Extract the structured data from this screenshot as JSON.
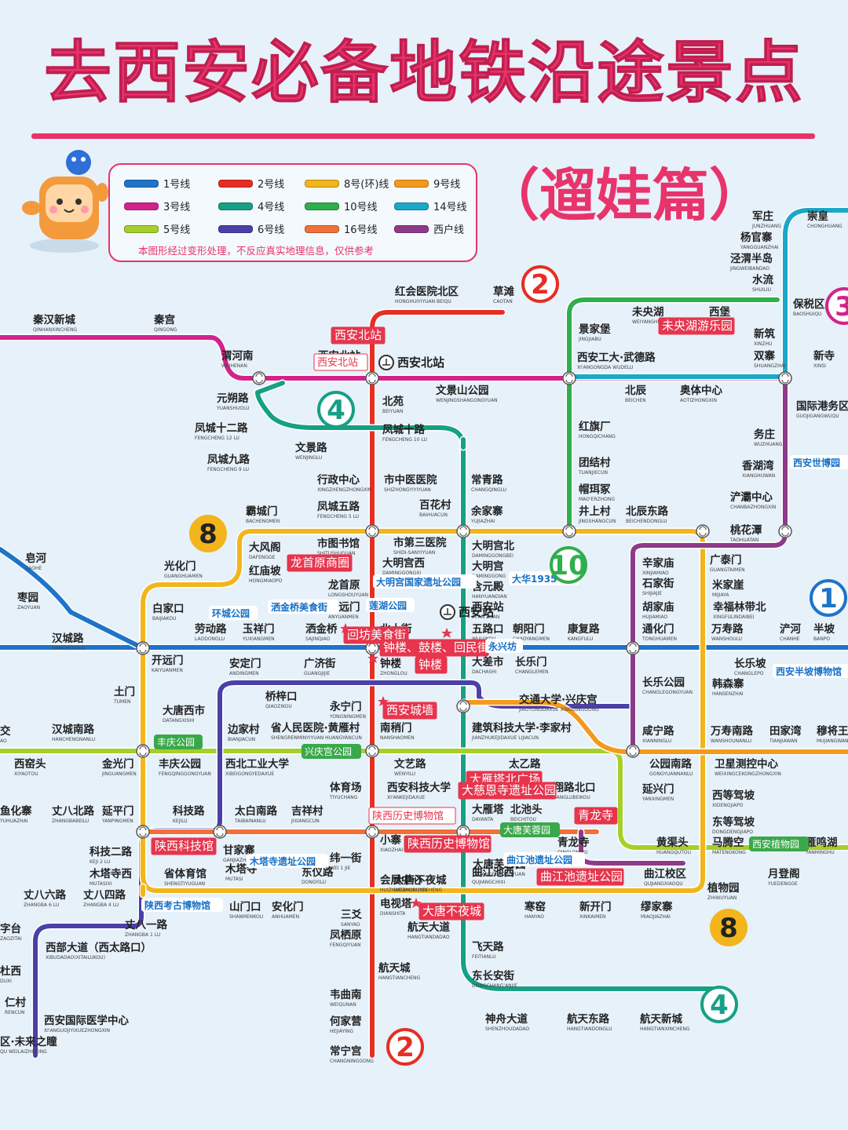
{
  "header": {
    "title": "去西安必备地铁沿途景点",
    "subtitle": "（遛娃篇）"
  },
  "legend": {
    "items": [
      {
        "label": "1号线",
        "color": "#1e74c8"
      },
      {
        "label": "2号线",
        "color": "#e62e23"
      },
      {
        "label": "8号(环)线",
        "color": "#f2b51c"
      },
      {
        "label": "9号线",
        "color": "#f39a1e"
      },
      {
        "label": "3号线",
        "color": "#d2238c"
      },
      {
        "label": "4号线",
        "color": "#16a085"
      },
      {
        "label": "10号线",
        "color": "#2fae4d"
      },
      {
        "label": "14号线",
        "color": "#1ba7c7"
      },
      {
        "label": "5号线",
        "color": "#a6cf2a"
      },
      {
        "label": "6号线",
        "color": "#4b3fa8"
      },
      {
        "label": "16号线",
        "color": "#f36f3a"
      },
      {
        "label": "西户线",
        "color": "#8e3a8a"
      }
    ],
    "note": "本图形经过变形处理，不反应真实地理信息，仅供参考"
  },
  "lines": {
    "line1": {
      "color": "#1e74c8"
    },
    "line2": {
      "color": "#e62e23"
    },
    "line3": {
      "color": "#d2238c"
    },
    "line4": {
      "color": "#16a085"
    },
    "line5": {
      "color": "#a6cf2a"
    },
    "line6": {
      "color": "#4b3fa8"
    },
    "line8": {
      "color": "#f2b51c"
    },
    "line9": {
      "color": "#f39a1e"
    },
    "line10": {
      "color": "#2fae4d"
    },
    "line14": {
      "color": "#1ba7c7"
    },
    "line16": {
      "color": "#f36f3a"
    },
    "xihu": {
      "color": "#8e3a8a"
    }
  },
  "badges": [
    {
      "text": "2",
      "color": "#e62e23"
    },
    {
      "text": "4",
      "color": "#16a085"
    },
    {
      "text": "8",
      "color": "#f2b51c"
    },
    {
      "text": "10",
      "color": "#2fae4d"
    },
    {
      "text": "1",
      "color": "#1e74c8"
    },
    {
      "text": "3",
      "color": "#d2238c"
    },
    {
      "text": "8",
      "color": "#f2b51c"
    },
    {
      "text": "4",
      "color": "#16a085"
    },
    {
      "text": "2",
      "color": "#e62e23"
    }
  ],
  "stations": [
    {
      "name": "红会医院北区",
      "pinyin": "HONGHUIYIYUAN BEIQU"
    },
    {
      "name": "草滩",
      "pinyin": "CAOTAN"
    },
    {
      "name": "西安北站",
      "pinyin": "XI'AN BEIZHAN"
    },
    {
      "name": "北苑",
      "pinyin": "BEIYUAN"
    },
    {
      "name": "凤城十路",
      "pinyin": "FENGCHENG 10 LU"
    },
    {
      "name": "市中医医院",
      "pinyin": "SHIZHONGYIYIYUAN"
    },
    {
      "name": "凤城五路",
      "pinyin": "FENGCHENG 5 LU"
    },
    {
      "name": "市图书馆",
      "pinyin": "SHITUSHUGUAN"
    },
    {
      "name": "大明宫西",
      "pinyin": "DAMINGGONGXI"
    },
    {
      "name": "龙首原",
      "pinyin": "LONGSHOUYUAN"
    },
    {
      "name": "安远门",
      "pinyin": "ANYUANMEN"
    },
    {
      "name": "北大街",
      "pinyin": "BEIDAJIE"
    },
    {
      "name": "钟楼",
      "pinyin": "ZHONGLOU"
    },
    {
      "name": "永宁门",
      "pinyin": "YONGNINGMEN"
    },
    {
      "name": "南稍门",
      "pinyin": "NANSHAOMEN"
    },
    {
      "name": "体育场",
      "pinyin": "TIYUCHANG"
    },
    {
      "name": "小寨",
      "pinyin": "XIAOZHAI"
    },
    {
      "name": "纬一街",
      "pinyin": "WEI 1 JIE"
    },
    {
      "name": "会展中心",
      "pinyin": "HUIZHANZHONGXIN"
    },
    {
      "name": "三爻",
      "pinyin": "SANYAO"
    },
    {
      "name": "凤栖原",
      "pinyin": "FENGQIYUAN"
    },
    {
      "name": "航天城",
      "pinyin": "HANGTIANCHENG"
    },
    {
      "name": "韦曲南",
      "pinyin": "WEIQUNAN"
    },
    {
      "name": "何家营",
      "pinyin": "HEJIAYING"
    },
    {
      "name": "常宁宫",
      "pinyin": "CHANGNINGGONG"
    },
    {
      "name": "秦汉新城",
      "pinyin": "QINHANXINCHENG"
    },
    {
      "name": "秦宫",
      "pinyin": "QINGONG"
    },
    {
      "name": "渭河南",
      "pinyin": "WEIHENAN"
    },
    {
      "name": "文景山公园",
      "pinyin": "WENJINGSHANGONGYUAN"
    },
    {
      "name": "元朔路",
      "pinyin": "YUANSHUOLU"
    },
    {
      "name": "凤城十二路",
      "pinyin": "FENGCHENG 12 LU"
    },
    {
      "name": "凤城九路",
      "pinyin": "FENGCHENG 9 LU"
    },
    {
      "name": "文景路",
      "pinyin": "WENJINGLU"
    },
    {
      "name": "行政中心",
      "pinyin": "XINGZHENGZHONGXIN"
    },
    {
      "name": "常青路",
      "pinyin": "CHANGQINGLU"
    },
    {
      "name": "百花村",
      "pinyin": "BAIHUACUN"
    },
    {
      "name": "余家寨",
      "pinyin": "YUJIAZHAI"
    },
    {
      "name": "市第三医院",
      "pinyin": "SHIDI-SANYIYUAN"
    },
    {
      "name": "大明宫北",
      "pinyin": "DAMINGGONGBEI"
    },
    {
      "name": "大明宫",
      "pinyin": "DAMINGGONG"
    },
    {
      "name": "含元殿",
      "pinyin": "HANYUANDIAN"
    },
    {
      "name": "西安站",
      "pinyin": "XI'AN ZHAN"
    },
    {
      "name": "五路口",
      "pinyin": "WULUKOU"
    },
    {
      "name": "朝阳门",
      "pinyin": "CHAOYANGMEN"
    },
    {
      "name": "康复路",
      "pinyin": "KANGFULU"
    },
    {
      "name": "大差市",
      "pinyin": "DACHASHI"
    },
    {
      "name": "长乐门",
      "pinyin": "CHANGLEMEN"
    },
    {
      "name": "交通大学·兴庆宫",
      "pinyin": "JIAOTONGDAXUE XINGQINGGONG"
    },
    {
      "name": "建筑科技大学·李家村",
      "pinyin": "JIANZHUKEJIDAXUE LIJIACUN"
    },
    {
      "name": "文艺路",
      "pinyin": "WENYILU"
    },
    {
      "name": "西安科技大学",
      "pinyin": "XI'ANKEJIDAXUE"
    },
    {
      "name": "太乙路",
      "pinyin": "TAIYILU"
    },
    {
      "name": "大雁塔北广场",
      "pinyin": "DAYANTABEIGUANGCHANG"
    },
    {
      "name": "雁翔路北口",
      "pinyin": "YANXIANGLUBEIKOU"
    },
    {
      "name": "大雁塔",
      "pinyin": "DAYANTA"
    },
    {
      "name": "北池头",
      "pinyin": "BEICHITOU"
    },
    {
      "name": "青龙寺",
      "pinyin": "QINGLONGSI"
    },
    {
      "name": "大唐芙蓉园",
      "pinyin": "DATANGFURONGYUAN"
    },
    {
      "name": "曲江池西",
      "pinyin": "QUJIANGCHIXI"
    },
    {
      "name": "电视塔",
      "pinyin": "DIANSHITA"
    },
    {
      "name": "大唐不夜城",
      "pinyin": "DATANGBUYECHENG"
    },
    {
      "name": "航天大道",
      "pinyin": "HANGTIANDADAO"
    },
    {
      "name": "飞天路",
      "pinyin": "FEITIANLU"
    },
    {
      "name": "东长安街",
      "pinyin": "DONGCHANG'ANJIE"
    },
    {
      "name": "神舟大道",
      "pinyin": "SHENZHOUDADAO"
    },
    {
      "name": "航天东路",
      "pinyin": "HANGTIANDONGLU"
    },
    {
      "name": "航天新城",
      "pinyin": "HANGTIANXINCHENG"
    },
    {
      "name": "寒窑",
      "pinyin": "HANYAO"
    },
    {
      "name": "新开门",
      "pinyin": "XINKAIMEN"
    },
    {
      "name": "缪家寨",
      "pinyin": "MIAOJIAZHAI"
    },
    {
      "name": "曲江校区",
      "pinyin": "QUJIANGXIAOQU"
    },
    {
      "name": "植物园",
      "pinyin": "ZHIWUYUAN"
    },
    {
      "name": "黄渠头",
      "pinyin": "HUANGQUTOU"
    },
    {
      "name": "马腾空",
      "pinyin": "MATENGKONG"
    },
    {
      "name": "月登阁",
      "pinyin": "YUEDENGGE"
    },
    {
      "name": "雁鸣湖",
      "pinyin": "YANMINGHU"
    },
    {
      "name": "东等驾坡",
      "pinyin": "DONGDENGJIAPO"
    },
    {
      "name": "西等驾坡",
      "pinyin": "XIDENGJIAPO"
    },
    {
      "name": "卫星测控中心",
      "pinyin": "WEIXINGCEKONGZHONGXIN"
    },
    {
      "name": "公园南路",
      "pinyin": "GONGYUANNANLU"
    },
    {
      "name": "延兴门",
      "pinyin": "YANXINGMEN"
    },
    {
      "name": "咸宁路",
      "pinyin": "XIANNINGLU"
    },
    {
      "name": "万寿南路",
      "pinyin": "WANSHOUNANLU"
    },
    {
      "name": "田家湾",
      "pinyin": "TIANJIAWAN"
    },
    {
      "name": "穆将王",
      "pinyin": "MUJIANGWANG"
    },
    {
      "name": "长乐公园",
      "pinyin": "CHANGLEGONGYUAN"
    },
    {
      "name": "长乐坡",
      "pinyin": "CHANGLEPO"
    },
    {
      "name": "韩森寨",
      "pinyin": "HANSENZHAI"
    },
    {
      "name": "通化门",
      "pinyin": "TONGHUAMEN"
    },
    {
      "name": "万寿路",
      "pinyin": "WANSHOULU"
    },
    {
      "name": "浐河",
      "pinyin": "CHANHE"
    },
    {
      "name": "半坡",
      "pinyin": "BANPO"
    },
    {
      "name": "胡家庙",
      "pinyin": "HUJIAMIAO"
    },
    {
      "name": "幸福林带北",
      "pinyin": "XINGFULINDAIBEI"
    },
    {
      "name": "石家街",
      "pinyin": "SHIJIAJIE"
    },
    {
      "name": "米家崖",
      "pinyin": "MIJIAYA"
    },
    {
      "name": "辛家庙",
      "pinyin": "XINJIAMIAO"
    },
    {
      "name": "广泰门",
      "pinyin": "GUANGTAIMEN"
    },
    {
      "name": "桃花潭",
      "pinyin": "TAOHUATAN"
    },
    {
      "name": "浐灞中心",
      "pinyin": "CHANBAZHONGXIN"
    },
    {
      "name": "香湖湾",
      "pinyin": "XIANGHUWAN"
    },
    {
      "name": "务庄",
      "pinyin": "WUZHUANG"
    },
    {
      "name": "国际港务区",
      "pinyin": "GUOJIGANGWUQU"
    },
    {
      "name": "新寺",
      "pinyin": "XINSI"
    },
    {
      "name": "保税区",
      "pinyin": "BAOSHUIQU"
    },
    {
      "name": "双寨",
      "pinyin": "SHUANGZHAI"
    },
    {
      "name": "新筑",
      "pinyin": "XINZHU"
    },
    {
      "name": "西堡",
      "pinyin": "XIBU"
    },
    {
      "name": "未央湖",
      "pinyin": "WEIYANGHU"
    },
    {
      "name": "景家堡",
      "pinyin": "JINGJIABU"
    },
    {
      "name": "西安工大·武德路",
      "pinyin": "XI'ANGONGDA WUDELU"
    },
    {
      "name": "北辰",
      "pinyin": "BEICHEN"
    },
    {
      "name": "奥体中心",
      "pinyin": "AOTIZHONGXIN"
    },
    {
      "name": "红旗厂",
      "pinyin": "HONGQICHANG"
    },
    {
      "name": "团结村",
      "pinyin": "TUANJIECUN"
    },
    {
      "name": "帽珥冢",
      "pinyin": "MAO'ERZHONG"
    },
    {
      "name": "井上村",
      "pinyin": "JINGSHANGCUN"
    },
    {
      "name": "北辰东路",
      "pinyin": "BEICHENDONGLU"
    },
    {
      "name": "军庄",
      "pinyin": "JUNZHUANG"
    },
    {
      "name": "杨官寨",
      "pinyin": "YANGGUANZHAI"
    },
    {
      "name": "泾渭半岛",
      "pinyin": "JINGWEIBANDAO"
    },
    {
      "name": "水流",
      "pinyin": "SHUILIU"
    },
    {
      "name": "崇皇",
      "pinyin": "CHONGHUANG"
    },
    {
      "name": "霸城门",
      "pinyin": "BACHENGMEN"
    },
    {
      "name": "大风阁",
      "pinyin": "DAFENGGE"
    },
    {
      "name": "红庙坡",
      "pinyin": "HONGMIAOPO"
    },
    {
      "name": "光化门",
      "pinyin": "GUANGHUAMEN"
    },
    {
      "name": "皂河",
      "pinyin": "ZAOHE"
    },
    {
      "name": "枣园",
      "pinyin": "ZAOYUAN"
    },
    {
      "name": "汉城路",
      "pinyin": "HANCHENGLU"
    },
    {
      "name": "白家口",
      "pinyin": "BAIJIAKOU"
    },
    {
      "name": "劳动路",
      "pinyin": "LAODONGLU"
    },
    {
      "name": "玉祥门",
      "pinyin": "YUXIANGMEN"
    },
    {
      "name": "洒金桥",
      "pinyin": "SAJINQIAO"
    },
    {
      "name": "开远门",
      "pinyin": "KAIYUANMEN"
    },
    {
      "name": "安定门",
      "pinyin": "ANDINGMEN"
    },
    {
      "name": "广济街",
      "pinyin": "GUANGJIJIE"
    },
    {
      "name": "土门",
      "pinyin": "TUMEN"
    },
    {
      "name": "大唐西市",
      "pinyin": "DATANGXISHI"
    },
    {
      "name": "桥梓口",
      "pinyin": "QIAOZIKOU"
    },
    {
      "name": "边家村",
      "pinyin": "BIANJIACUN"
    },
    {
      "name": "省人民医院·黄雁村",
      "pinyin": "SHENGRENMINYIYUAN HUANGYANCUN"
    },
    {
      "name": "汉城南路",
      "pinyin": "HANCHENGNANLU"
    },
    {
      "name": "西窑头",
      "pinyin": "XIYAOTOU"
    },
    {
      "name": "金光门",
      "pinyin": "JINGUANGMEN"
    },
    {
      "name": "丰庆公园",
      "pinyin": "FENGQINGGONGYUAN"
    },
    {
      "name": "西北工业大学",
      "pinyin": "XIBEIGONGYEDAXUE"
    },
    {
      "name": "鱼化寨",
      "pinyin": "YUHUAZHAI"
    },
    {
      "name": "丈八北路",
      "pinyin": "ZHANGBABEILU"
    },
    {
      "name": "延平门",
      "pinyin": "YANPINGMEN"
    },
    {
      "name": "科技路",
      "pinyin": "KEJILU"
    },
    {
      "name": "太白南路",
      "pinyin": "TAIBAINANLU"
    },
    {
      "name": "吉祥村",
      "pinyin": "JIXIANGCUN"
    },
    {
      "name": "科技二路",
      "pinyin": "KEJI 2 LU"
    },
    {
      "name": "木塔寺西",
      "pinyin": "MUTASIXI"
    },
    {
      "name": "甘家寨",
      "pinyin": "GANJIAZHAI"
    },
    {
      "name": "木塔寺",
      "pinyin": "MUTASI"
    },
    {
      "name": "省体育馆",
      "pinyin": "SHENGTIYUGUAN"
    },
    {
      "name": "丈八六路",
      "pinyin": "ZHANGBA 6 LU"
    },
    {
      "name": "丈八四路",
      "pinyin": "ZHANGBA 4 LU"
    },
    {
      "name": "丈八一路",
      "pinyin": "ZHANGBA 1 LU"
    },
    {
      "name": "山门口",
      "pinyin": "SHANMENKOU"
    },
    {
      "name": "安化门",
      "pinyin": "ANHUAMEN"
    },
    {
      "name": "东仪路",
      "pinyin": "DONGYILU"
    },
    {
      "name": "西部大道（西太路口）",
      "pinyin": "XIBUDADAO(XITAILUKOU)"
    },
    {
      "name": "杜西",
      "pinyin": "DUXI"
    },
    {
      "name": "仁村",
      "pinyin": "RENCUN"
    },
    {
      "name": "西安国际医学中心",
      "pinyin": "XI'ANGUOJIYIXUEZHONGXIN"
    },
    {
      "name": "区·未来之瞳",
      "pinyin": "QU WEILAIZHITONG"
    },
    {
      "name": "字台",
      "pinyin": "ZAOZITAI"
    },
    {
      "name": "交",
      "pinyin": "AO"
    }
  ],
  "attraction_tags": [
    {
      "text": "西安北站"
    },
    {
      "text": "西安北站"
    },
    {
      "text": "未央湖游乐园"
    },
    {
      "text": "西安世博园"
    },
    {
      "text": "龙首原商圈"
    },
    {
      "text": "大明宫国家遗址公园"
    },
    {
      "text": "大华1935"
    },
    {
      "text": "环城公园"
    },
    {
      "text": "洒金桥美食街"
    },
    {
      "text": "莲湖公园"
    },
    {
      "text": "回坊美食街"
    },
    {
      "text": "钟楼、鼓楼、回民街"
    },
    {
      "text": "永兴坊"
    },
    {
      "text": "钟楼"
    },
    {
      "text": "西安城墙"
    },
    {
      "text": "西安半坡博物馆"
    },
    {
      "text": "丰庆公园"
    },
    {
      "text": "兴庆宫公园"
    },
    {
      "text": "大雁塔北广场"
    },
    {
      "text": "大慈恩寺遗址公园"
    },
    {
      "text": "陕西历史博物馆"
    },
    {
      "text": "陕西历史博物馆"
    },
    {
      "text": "青龙寺"
    },
    {
      "text": "大唐芙蓉园"
    },
    {
      "text": "陕西科技馆"
    },
    {
      "text": "木塔寺遗址公园"
    },
    {
      "text": "曲江池遗址公园"
    },
    {
      "text": "曲江池遗址公园"
    },
    {
      "text": "西安植物园"
    },
    {
      "text": "陕西考古博物馆"
    },
    {
      "text": "大唐不夜城"
    }
  ],
  "landmarks": {
    "north_station": "西安北站",
    "xian_station": "西安站"
  }
}
